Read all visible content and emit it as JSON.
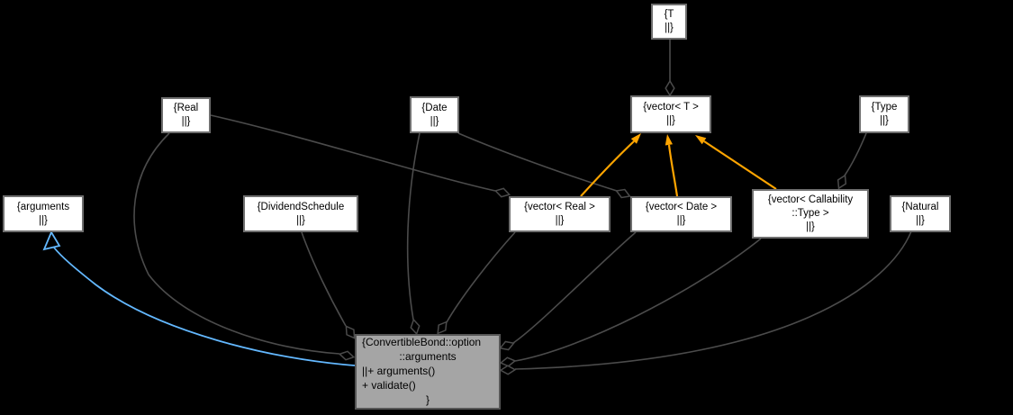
{
  "diagram": {
    "kind": "collaboration-graph",
    "central_class": "ConvertibleBond::option::arguments"
  },
  "colors": {
    "background": "#000000",
    "node_fill": "#ffffff",
    "node_border": "#6f6f6f",
    "central_fill": "#a5a5a5",
    "central_border": "#565656",
    "edge": "#4b4b4b",
    "template_edge": "#ffa500",
    "inheritance_edge": "#63b8ff",
    "text": "#000000"
  },
  "nodes": {
    "t": {
      "lines": [
        "{T",
        "||}"
      ]
    },
    "real": {
      "lines": [
        "{Real",
        "||}"
      ]
    },
    "date": {
      "lines": [
        "{Date",
        "||}"
      ]
    },
    "vector_t": {
      "lines": [
        "{vector< T >",
        "||}"
      ]
    },
    "type": {
      "lines": [
        "{Type",
        "||}"
      ]
    },
    "arguments": {
      "lines": [
        "{arguments",
        "||}"
      ]
    },
    "dividend_schedule": {
      "lines": [
        "{DividendSchedule",
        "||}"
      ]
    },
    "vector_real": {
      "lines": [
        "{vector< Real >",
        "||}"
      ]
    },
    "vector_date": {
      "lines": [
        "{vector< Date >",
        "||}"
      ]
    },
    "vector_callability": {
      "lines": [
        "{vector< Callability",
        "::Type >",
        "||}"
      ]
    },
    "natural": {
      "lines": [
        "{Natural",
        "||}"
      ]
    },
    "central": {
      "lines": [
        "{ConvertibleBond::option",
        "::arguments",
        "||+ arguments()",
        "+ validate()",
        "}"
      ]
    }
  },
  "edges": [
    {
      "from": "T",
      "to": "vector< T >",
      "type": "aggregation"
    },
    {
      "from": "Real",
      "to": "vector< Real >",
      "type": "aggregation"
    },
    {
      "from": "Date",
      "to": "vector< Date >",
      "type": "aggregation"
    },
    {
      "from": "Type",
      "to": "vector< Callability::Type >",
      "type": "aggregation"
    },
    {
      "from": "Real",
      "to": "ConvertibleBond::option::arguments",
      "type": "aggregation"
    },
    {
      "from": "DividendSchedule",
      "to": "ConvertibleBond::option::arguments",
      "type": "aggregation"
    },
    {
      "from": "Date",
      "to": "ConvertibleBond::option::arguments",
      "type": "aggregation"
    },
    {
      "from": "vector< Real >",
      "to": "ConvertibleBond::option::arguments",
      "type": "aggregation"
    },
    {
      "from": "vector< Date >",
      "to": "ConvertibleBond::option::arguments",
      "type": "aggregation"
    },
    {
      "from": "vector< Callability::Type >",
      "to": "ConvertibleBond::option::arguments",
      "type": "aggregation"
    },
    {
      "from": "Natural",
      "to": "ConvertibleBond::option::arguments",
      "type": "aggregation"
    },
    {
      "from": "vector< Real >",
      "to": "vector< T >",
      "type": "template-instance"
    },
    {
      "from": "vector< Date >",
      "to": "vector< T >",
      "type": "template-instance"
    },
    {
      "from": "vector< Callability::Type >",
      "to": "vector< T >",
      "type": "template-instance"
    },
    {
      "from": "ConvertibleBond::option::arguments",
      "to": "arguments",
      "type": "inheritance"
    }
  ]
}
